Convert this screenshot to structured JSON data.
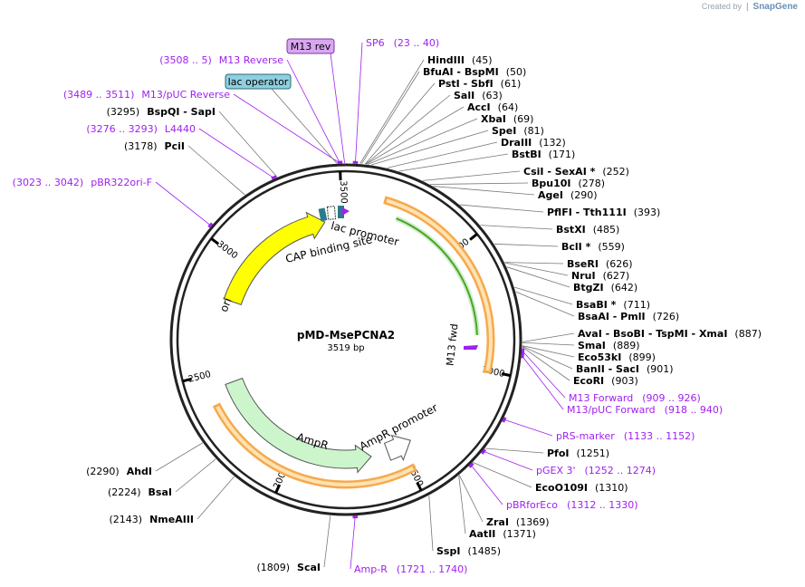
{
  "branding": {
    "created_by": "Created by",
    "product": "SnapGene"
  },
  "plasmid": {
    "name": "pMD-MsePCNA2",
    "length": "3519 bp",
    "total_bp": 3519
  },
  "tick_labels": [
    "500",
    "1000",
    "1500",
    "2000",
    "2500",
    "3000",
    "3500"
  ],
  "enzymes": [
    {
      "name": "HindIII",
      "pos": "(45)"
    },
    {
      "name": "BfuAI  - BspMI",
      "pos": "(50)"
    },
    {
      "name": "PstI  - SbfI",
      "pos": "(61)"
    },
    {
      "name": "SalI",
      "pos": "(63)"
    },
    {
      "name": "AccI",
      "pos": "(64)"
    },
    {
      "name": "XbaI",
      "pos": "(69)"
    },
    {
      "name": "SpeI",
      "pos": "(81)"
    },
    {
      "name": "DraIII",
      "pos": "(132)"
    },
    {
      "name": "BstBI",
      "pos": "(171)"
    },
    {
      "name": "CsiI  - SexAI *",
      "pos": "(252)"
    },
    {
      "name": "Bpu10I",
      "pos": "(278)"
    },
    {
      "name": "AgeI",
      "pos": "(290)"
    },
    {
      "name": "PflFI  - Tth111I",
      "pos": "(393)"
    },
    {
      "name": "BstXI",
      "pos": "(485)"
    },
    {
      "name": "BclI *",
      "pos": "(559)"
    },
    {
      "name": "BseRI",
      "pos": "(626)"
    },
    {
      "name": "NruI",
      "pos": "(627)"
    },
    {
      "name": "BtgZI",
      "pos": "(642)"
    },
    {
      "name": "BsaBI *",
      "pos": "(711)"
    },
    {
      "name": "BsaAI  - PmlI",
      "pos": "(726)"
    },
    {
      "name": "AvaI  - BsoBI  - TspMI  - XmaI",
      "pos": "(887)"
    },
    {
      "name": "SmaI",
      "pos": "(889)"
    },
    {
      "name": "Eco53kI",
      "pos": "(899)"
    },
    {
      "name": "BanII  - SacI",
      "pos": "(901)"
    },
    {
      "name": "EcoRI",
      "pos": "(903)"
    },
    {
      "name": "PfoI",
      "pos": "(1251)"
    },
    {
      "name": "EcoO109I",
      "pos": "(1310)"
    },
    {
      "name": "ZraI",
      "pos": "(1369)"
    },
    {
      "name": "AatII",
      "pos": "(1371)"
    },
    {
      "name": "SspI",
      "pos": "(1485)"
    },
    {
      "name": "ScaI",
      "pos": "(1809)"
    },
    {
      "name": "NmeAIII",
      "pos": "(2143)"
    },
    {
      "name": "BsaI",
      "pos": "(2224)"
    },
    {
      "name": "AhdI",
      "pos": "(2290)"
    },
    {
      "name": "PciI",
      "pos": "(3178)"
    },
    {
      "name": "BspQI  - SapI",
      "pos": "(3295)"
    }
  ],
  "primers": [
    {
      "name": "SP6",
      "range": "(23 .. 40)"
    },
    {
      "name": "M13 Reverse",
      "range": "(3508 .. 5)"
    },
    {
      "name": "M13/pUC Reverse",
      "range": "(3489 .. 3511)"
    },
    {
      "name": "L4440",
      "range": "(3276 .. 3293)"
    },
    {
      "name": "pBR322ori-F",
      "range": "(3023 .. 3042)"
    },
    {
      "name": "M13 Forward",
      "range": "(909 .. 926)"
    },
    {
      "name": "M13/pUC Forward",
      "range": "(918 .. 940)"
    },
    {
      "name": "pRS-marker",
      "range": "(1133 .. 1152)"
    },
    {
      "name": "pGEX 3'",
      "range": "(1252 .. 1274)"
    },
    {
      "name": "pBRforEco",
      "range": "(1312 .. 1330)"
    },
    {
      "name": "Amp-R",
      "range": "(1721 .. 1740)"
    }
  ],
  "boxed_labels": {
    "m13_rev": "M13 rev",
    "lac_operator": "lac operator"
  },
  "features": {
    "ori": "ori",
    "amp_r": "AmpR",
    "amp_r_promoter": "AmpR promoter",
    "lac_promoter": "lac promoter",
    "cap_site": "CAP binding site",
    "m13_fwd": "M13 fwd"
  },
  "colors": {
    "ori": "#ffff00",
    "amp_r": "#ccf5cc",
    "orf": "#f7a94b",
    "primer": "#a020f0",
    "lac_box": "#8fcfde",
    "m13_rev_box": "#d9a6f2",
    "insert_arrow": "#4fa31e"
  }
}
